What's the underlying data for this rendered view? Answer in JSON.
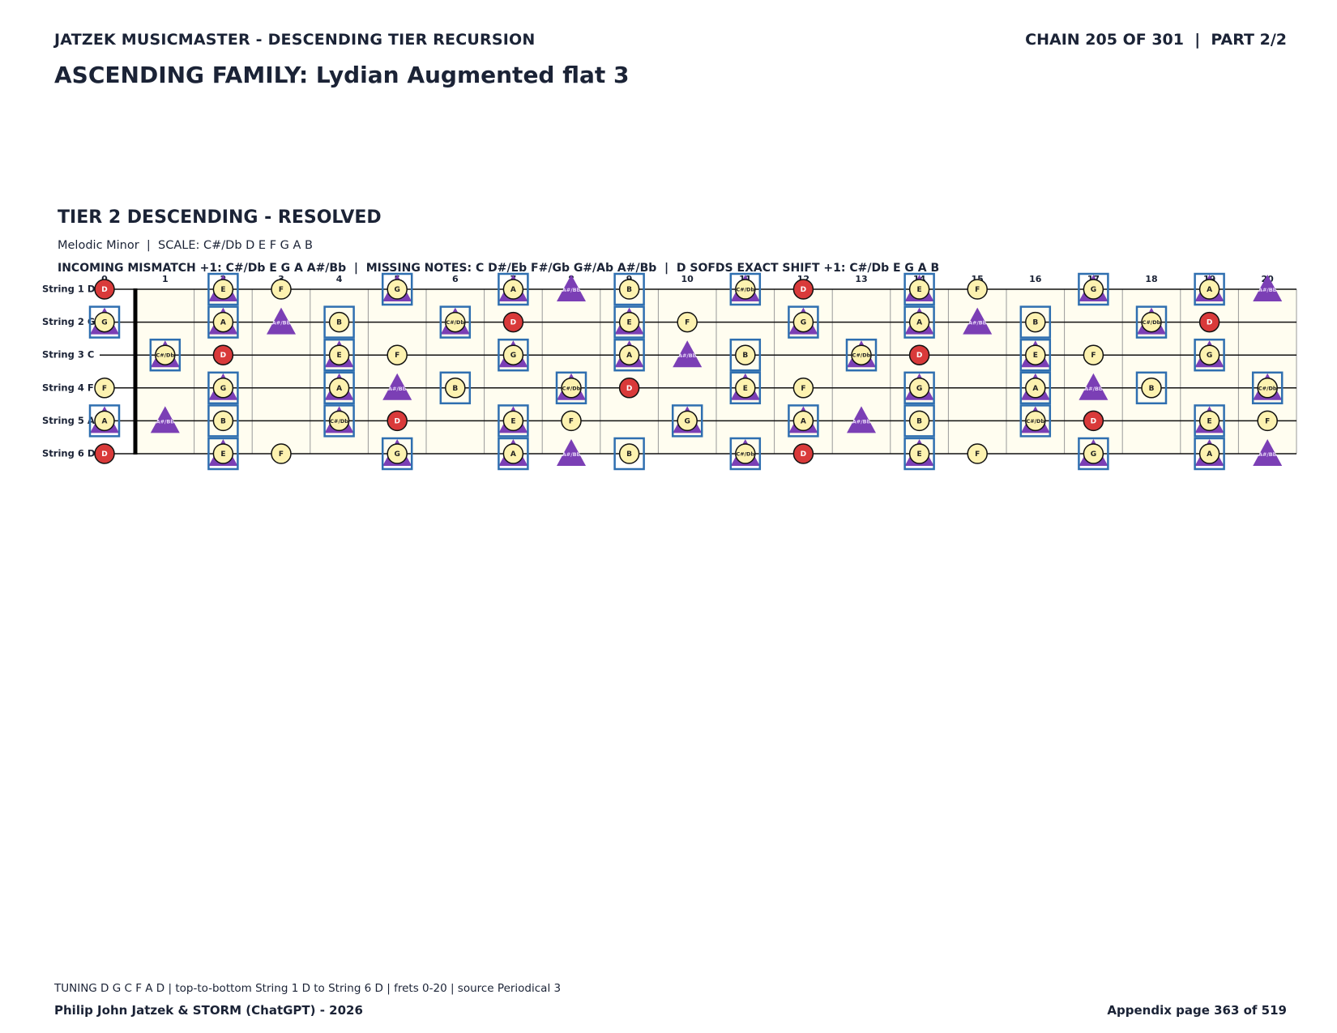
{
  "header": {
    "series": "JATZEK MUSICMASTER - DESCENDING TIER RECURSION",
    "chain": "CHAIN 205 OF 301  |  PART 2/2",
    "family_title": "ASCENDING FAMILY: Lydian Augmented flat 3"
  },
  "tier": {
    "title": "TIER 2 DESCENDING - RESOLVED",
    "scale_line": "Melodic Minor  |  SCALE: C#/Db D E F G A B",
    "mismatch_line": "INCOMING MISMATCH +1: C#/Db E G A A#/Bb  |  MISSING NOTES: C D#/Eb F#/Gb G#/Ab A#/Bb  |  D SOFDS EXACT SHIFT +1: C#/Db E G A B"
  },
  "fretboard": {
    "fret_numbers": [
      "0",
      "1",
      "2",
      "3",
      "4",
      "5",
      "6",
      "7",
      "8",
      "9",
      "10",
      "11",
      "12",
      "13",
      "14",
      "15",
      "16",
      "17",
      "18",
      "19",
      "20"
    ],
    "strings": [
      {
        "label": "String 1 D",
        "open": "D"
      },
      {
        "label": "String 2 G",
        "open": "G"
      },
      {
        "label": "String 3 C",
        "open": "C"
      },
      {
        "label": "String 4 F",
        "open": "F"
      },
      {
        "label": "String 5 A",
        "open": "A"
      },
      {
        "label": "String 6 D",
        "open": "D"
      }
    ],
    "chromatic": [
      "C",
      "C#/Db",
      "D",
      "D#/Eb",
      "E",
      "F",
      "F#/Gb",
      "G",
      "G#/Ab",
      "A",
      "A#/Bb",
      "B"
    ],
    "scale_notes": [
      "C#/Db",
      "D",
      "E",
      "F",
      "G",
      "A",
      "B"
    ],
    "root_note": "D",
    "triangle_notes": [
      "C#/Db",
      "E",
      "G",
      "A",
      "A#/Bb"
    ],
    "boxed_notes": [
      "C#/Db",
      "E",
      "G",
      "A",
      "B"
    ],
    "colors": {
      "note_fill": "#fdf2b0",
      "root_fill": "#d93a3a",
      "triangle": "#7b3fb5",
      "box": "#2f6fb0",
      "board_bg": "#fffdf0",
      "text": "#1b2336"
    }
  },
  "footer": {
    "tuning": "TUNING D G C F A D | top-to-bottom String 1 D to String 6 D | frets 0-20 | source Periodical 3",
    "author": "Philip John Jatzek & STORM (ChatGPT) - 2026",
    "page": "Appendix page 363 of 519"
  }
}
